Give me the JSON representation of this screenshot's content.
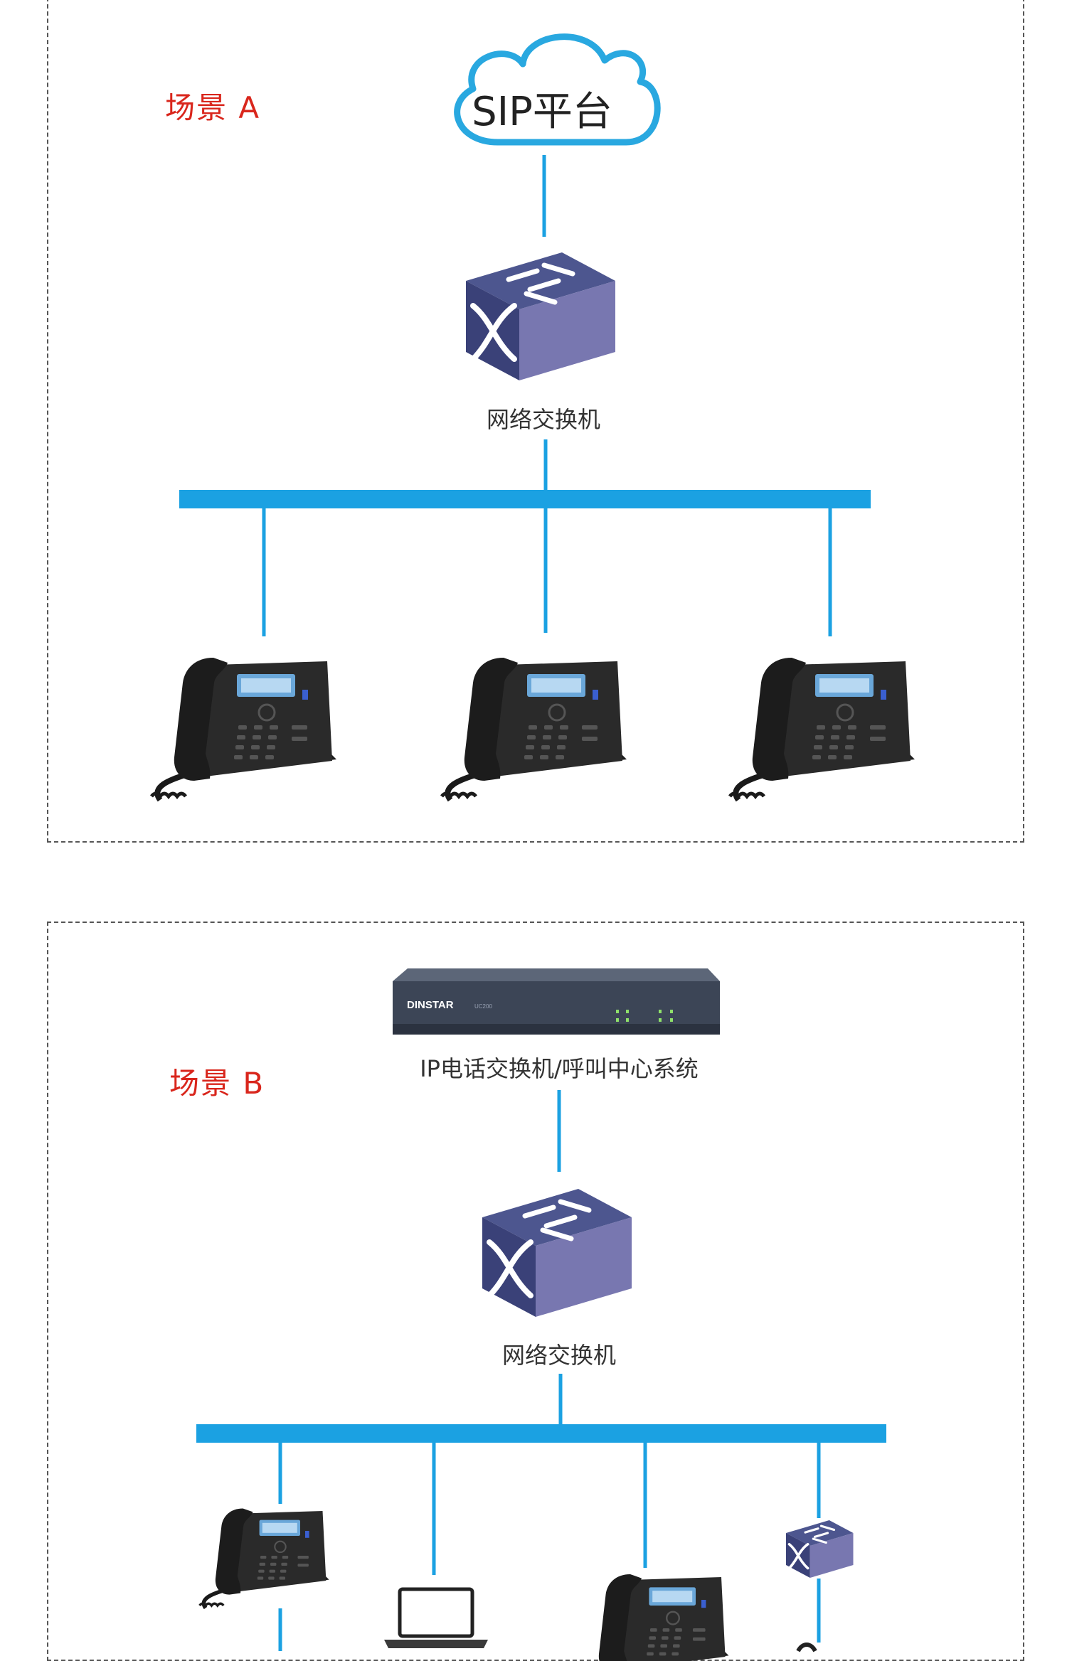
{
  "colors": {
    "link": "#1ba1e2",
    "scene_label": "#d9261c",
    "switch_top": "#4d568f",
    "switch_front": "#3a4178",
    "switch_side": "#7877b0",
    "phone_body": "#262626",
    "pbx_body": "#3c4556"
  },
  "scene_a": {
    "label": "场景 A",
    "cloud_label": "SIP平台",
    "switch_label": "网络交换机"
  },
  "scene_b": {
    "label": "场景 B",
    "pbx_brand": "DINSTAR",
    "pbx_model": "UC200",
    "pbx_label": "IP电话交换机/呼叫中心系统",
    "switch_label": "网络交换机"
  }
}
